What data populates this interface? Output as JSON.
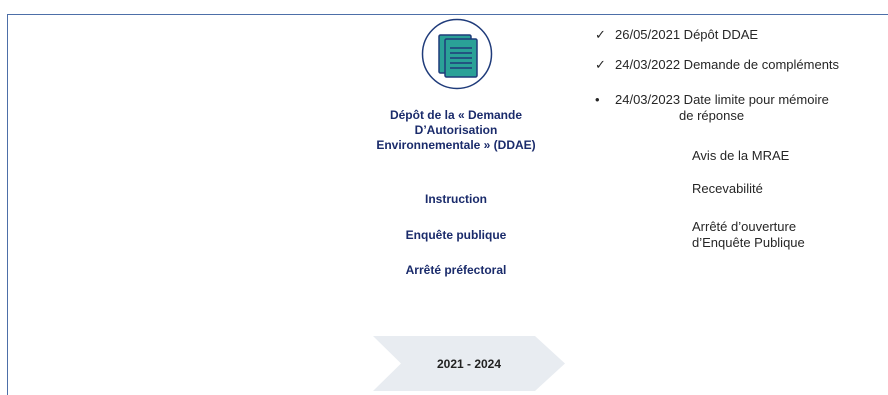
{
  "stages": {
    "ddae": "Dépôt de la « Demande D’Autorisation Environnementale » (DDAE)",
    "instruction": "Instruction",
    "enquete": "Enquête publique",
    "arrete": "Arrêté préfectoral"
  },
  "period": "2021 - 2024",
  "timeline": [
    {
      "marker": "✓",
      "text": "26/05/2021 Dépôt DDAE"
    },
    {
      "marker": "✓",
      "text": "24/03/2022 Demande de compléments"
    },
    {
      "marker": "•",
      "text": "24/03/2023 Date limite pour mémoire",
      "text2": "de réponse"
    }
  ],
  "sub_items": {
    "mrae": "Avis de la MRAE",
    "recevabilite": "Recevabilité",
    "arrete_ouverture_1": "Arrêté d’ouverture",
    "arrete_ouverture_2": "d’Enquête Publique"
  },
  "icon": "document-icon",
  "colors": {
    "accent": "#2aa197",
    "navy": "#1a2b6b",
    "arrow": "#e8ecf1"
  }
}
